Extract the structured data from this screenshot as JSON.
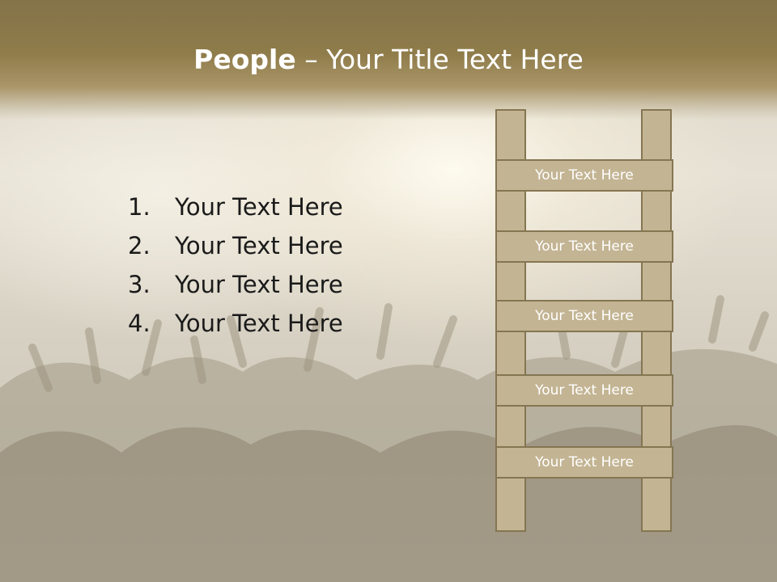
{
  "slide": {
    "title_bold": "People",
    "title_rest": " – Your Title Text Here",
    "list": [
      {
        "num": "1.",
        "text": "Your Text Here"
      },
      {
        "num": "2.",
        "text": "Your Text Here"
      },
      {
        "num": "3.",
        "text": "Your Text Here"
      },
      {
        "num": "4.",
        "text": "Your Text Here"
      }
    ],
    "ladder_rungs": [
      "Your Text Here",
      "Your Text Here",
      "Your Text Here",
      "Your Text Here",
      "Your Text Here"
    ]
  },
  "colors": {
    "header": "#8f7c4a",
    "ladder_fill": "#c3b493",
    "ladder_border": "#857652",
    "body_text": "#1a1a1a",
    "title_text": "#ffffff"
  }
}
